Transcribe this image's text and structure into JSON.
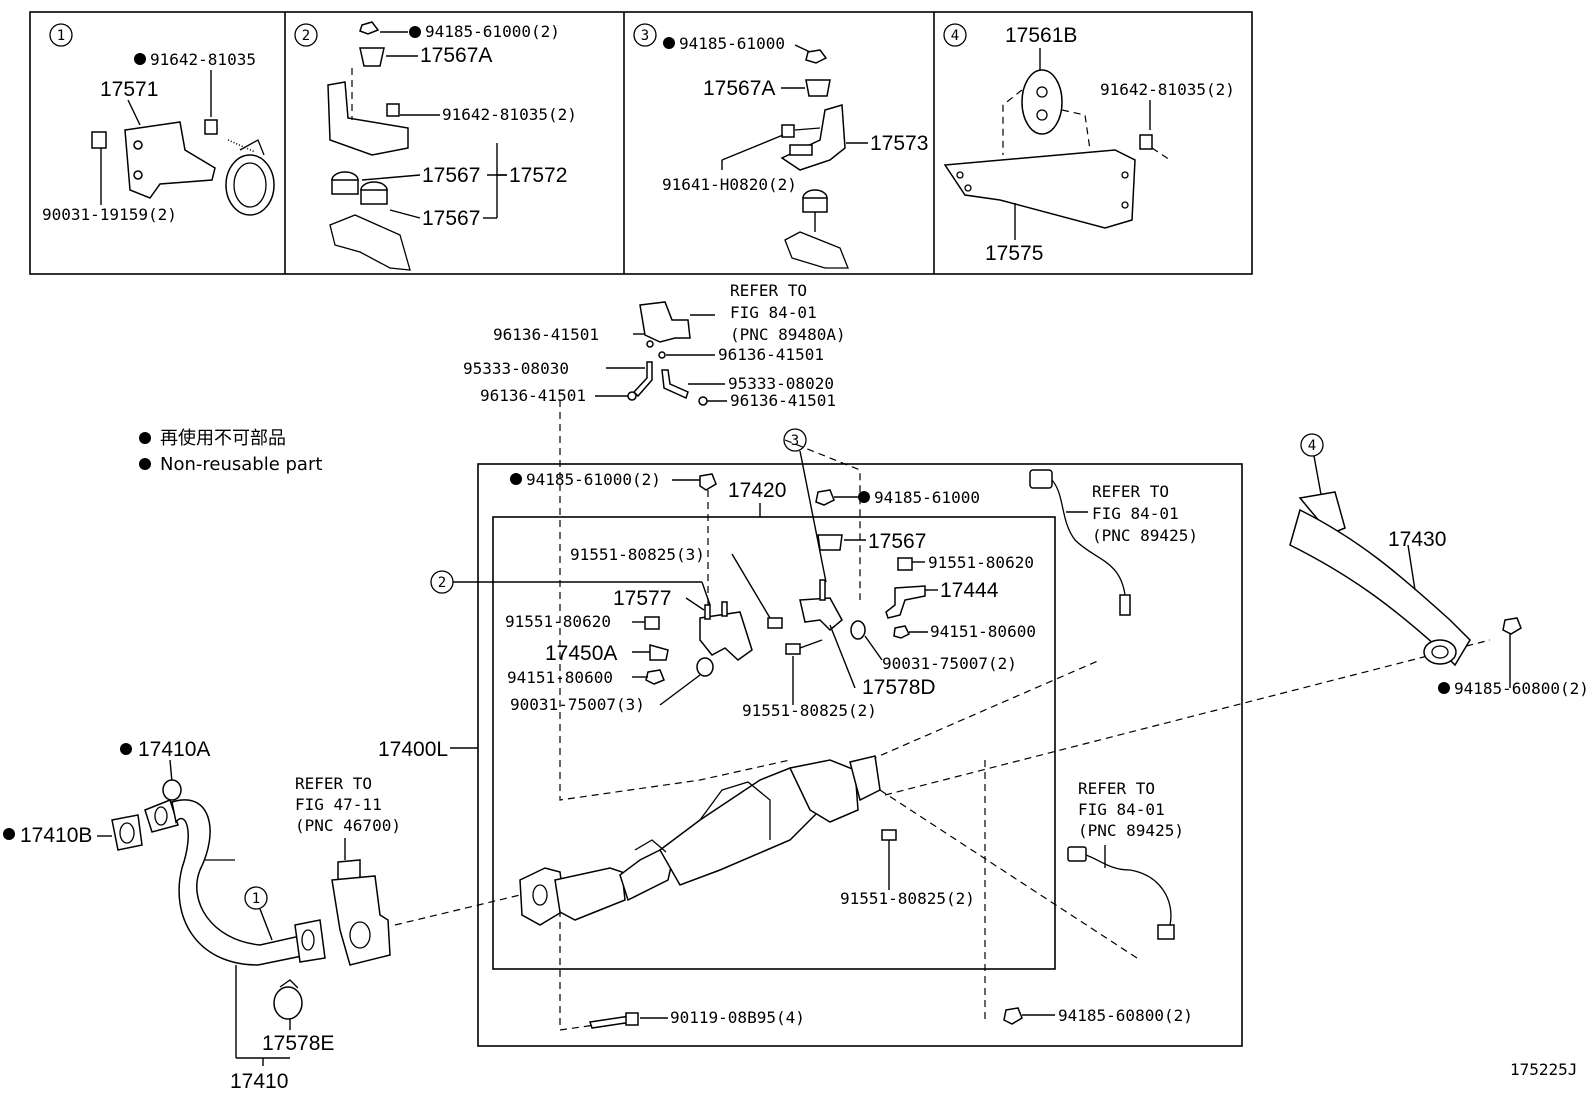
{
  "inset_panels": [
    {
      "num": "1",
      "labels": {
        "a": "91642-81035",
        "b": "17571",
        "c": "90031-19159(2)"
      }
    },
    {
      "num": "2",
      "labels": {
        "a": "94185-61000(2)",
        "b": "17567A",
        "c": "91642-81035(2)",
        "d": "17567",
        "e": "17572",
        "f": "17567"
      }
    },
    {
      "num": "3",
      "labels": {
        "a": "94185-61000",
        "b": "17567A",
        "c": "17573",
        "d": "91641-H0820(2)"
      }
    },
    {
      "num": "4",
      "labels": {
        "a": "17561B",
        "b": "91642-81035(2)",
        "c": "17575"
      }
    }
  ],
  "legend": {
    "line1": "再使用不可部品",
    "line2": "Non-reusable part"
  },
  "top_refer": {
    "l1": "REFER TO",
    "l2": "FIG 84-01",
    "l3": "(PNC 89480A)"
  },
  "hose_parts": {
    "a": "96136-41501",
    "b": "95333-08030",
    "c": "96136-41501",
    "d": "96136-41501",
    "e": "95333-08020",
    "f": "96136-41501"
  },
  "center_parts": {
    "c3": "3",
    "c2": "2",
    "n1": "94185-61000(2)",
    "n2": "17420",
    "n3": "94185-61000",
    "n4": "17567",
    "n5": "91551-80825(3)",
    "n6": "91551-80620",
    "n7": "17577",
    "n8": "17444",
    "n9": "91551-80620",
    "n10": "94151-80600",
    "n11": "17450A",
    "n12": "90031-75007(2)",
    "n13": "94151-80600",
    "n14": "17578D",
    "n15": "90031-75007(3)",
    "n16": "91551-80825(2)",
    "n17": "17400L",
    "n18": "91551-80825(2)",
    "n19": "90119-08B95(4)",
    "n20": "94185-60800(2)"
  },
  "sensor_refer_1": {
    "l1": "REFER TO",
    "l2": "FIG 84-01",
    "l3": "(PNC 89425)"
  },
  "sensor_refer_2": {
    "l1": "REFER TO",
    "l2": "FIG 84-01",
    "l3": "(PNC 89425)"
  },
  "right_parts": {
    "c4": "4",
    "p1": "17430",
    "p2": "94185-60800(2)"
  },
  "left_parts": {
    "p1": "17410A",
    "p2": "17410B",
    "c1": "1",
    "p3": "17578E",
    "p4": "17410"
  },
  "left_refer": {
    "l1": "REFER TO",
    "l2": "FIG 47-11",
    "l3": "(PNC 46700)"
  },
  "figure_code": "175225J"
}
